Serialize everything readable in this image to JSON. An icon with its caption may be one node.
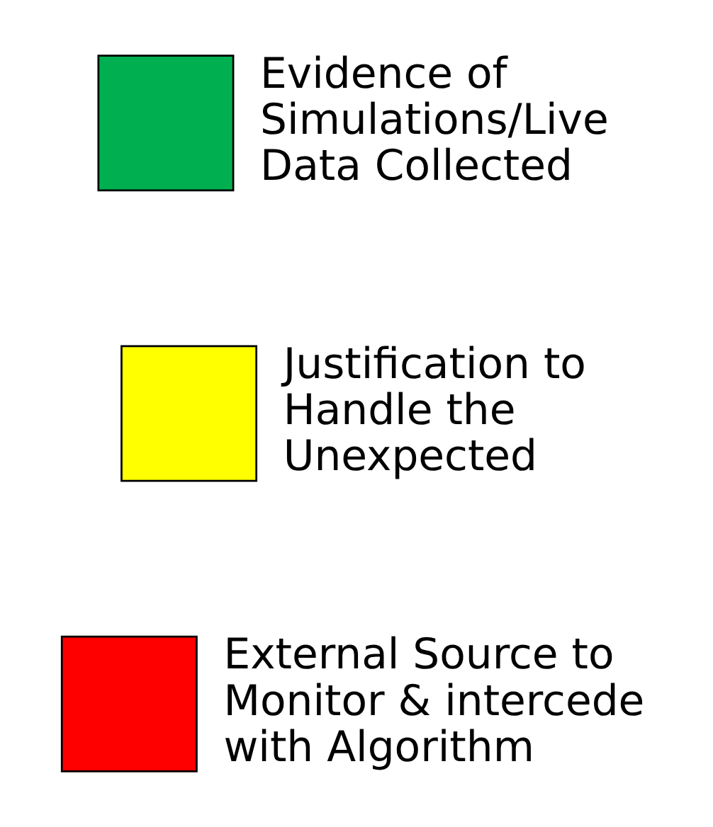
{
  "diagram": {
    "legend": [
      {
        "text": "Evidence of Simulations/Live Data Collected",
        "color": "#00b050"
      },
      {
        "text": "Justification to Handle the Unexpected",
        "color": "#ffff00"
      },
      {
        "text": "External Source to Monitor & intercede with Algorithm",
        "color": "#ff0000"
      }
    ]
  }
}
